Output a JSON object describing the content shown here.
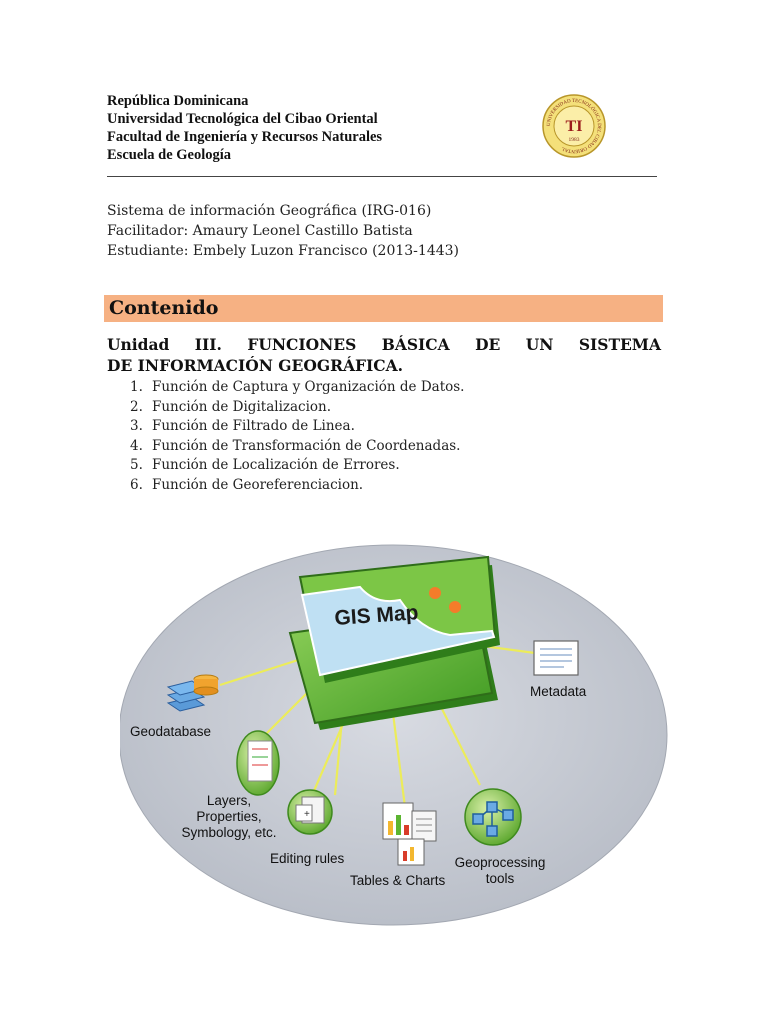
{
  "header": {
    "lines": [
      "República Dominicana",
      "Universidad Tecnológica del Cibao Oriental",
      "Facultad de Ingeniería y Recursos Naturales",
      "Escuela de Geología"
    ],
    "rule": "________________________________________________________________________",
    "seal_text": "UNIVERSIDAD TECNOLÓGICA DEL CIBAO ORIENTAL",
    "seal_year": "1983",
    "seal_monogram": "TI"
  },
  "course": {
    "lines": [
      "Sistema de información Geográfica (IRG-016)",
      "Facilitador: Amaury Leonel Castillo Batista",
      "Estudiante: Embely Luzon Francisco (2013-1443)"
    ]
  },
  "contenido": {
    "title": "Contenido"
  },
  "unit": {
    "line1": "Unidad III. FUNCIONES BÁSICA DE UN SISTEMA",
    "line2": "DE INFORMACIÓN GEOGRÁFICA."
  },
  "items": [
    {
      "num": "1.",
      "text": "Función de Captura y Organización de Datos."
    },
    {
      "num": "2.",
      "text": "Función de Digitalizacion."
    },
    {
      "num": "3.",
      "text": "Función de Filtrado de Linea."
    },
    {
      "num": "4.",
      "text": "Función de Transformación de Coordenadas."
    },
    {
      "num": "5.",
      "text": "Función de Localización de Errores."
    },
    {
      "num": "6.",
      "text": "Función de Georeferenciacion."
    }
  ],
  "diagram": {
    "center_label": "GIS Map",
    "labels": {
      "geodatabase": "Geodatabase",
      "layers": [
        "Layers,",
        "Properties,",
        "Symbology, etc."
      ],
      "editing": "Editing rules",
      "tables": "Tables & Charts",
      "geoprocessing": [
        "Geoprocessing",
        "tools"
      ],
      "metadata": "Metadata"
    },
    "colors": {
      "ellipse": "#c8ccd4",
      "map_green": "#5fb336",
      "map_blue": "#bfe0f3",
      "spoke": "#ecec5a",
      "accent_orange": "#f47c2a"
    }
  }
}
